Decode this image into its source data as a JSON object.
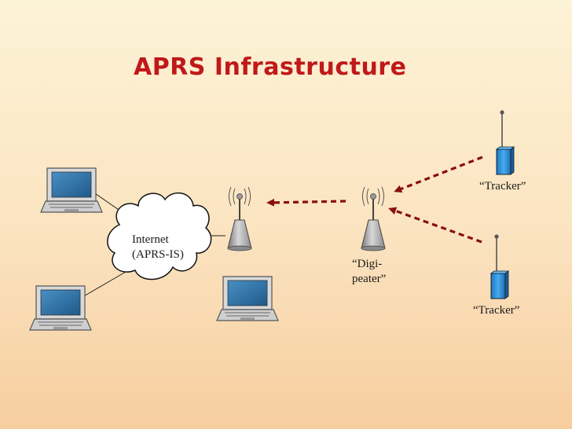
{
  "slide": {
    "title": "APRS Infrastructure"
  },
  "labels": {
    "internet_line1": "Internet",
    "internet_line2": "(APRS-IS)",
    "digi_line1": "“Digi-",
    "digi_line2": "peater”",
    "tracker_top": "“Tracker”",
    "tracker_bottom": "“Tracker”"
  },
  "colors": {
    "title": "#c0191a",
    "rf_link": "#8b0f0f",
    "tracker_body": "#2a8fd6",
    "antenna_body": "#a8a8a8",
    "laptop_screen": "#2b6ea3"
  },
  "icons": {
    "laptop": "laptop-icon",
    "cloud": "cloud-icon",
    "igate": "antenna-icon",
    "digipeater": "antenna-icon",
    "tracker": "handheld-radio-icon"
  }
}
